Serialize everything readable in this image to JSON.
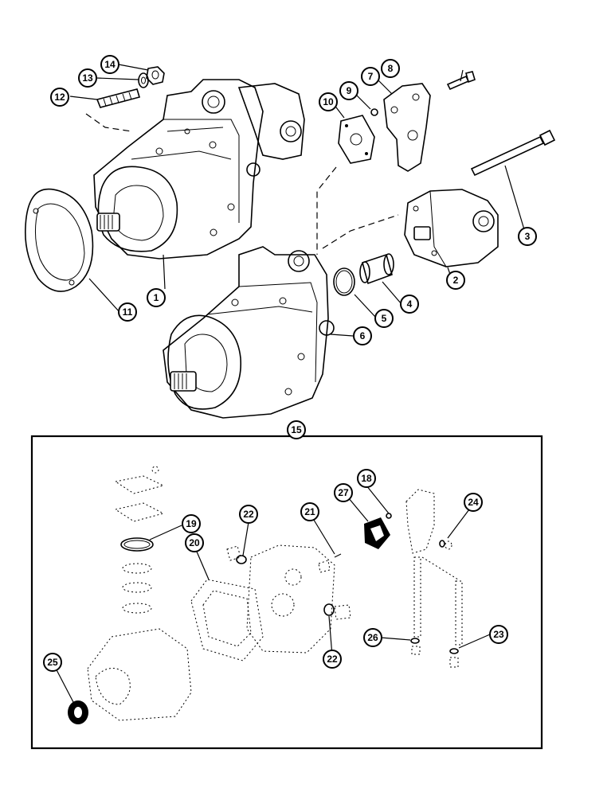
{
  "callouts": [
    {
      "id": "c1",
      "label": "1"
    },
    {
      "id": "c2",
      "label": "2"
    },
    {
      "id": "c3",
      "label": "3"
    },
    {
      "id": "c4",
      "label": "4"
    },
    {
      "id": "c5",
      "label": "5"
    },
    {
      "id": "c6",
      "label": "6"
    },
    {
      "id": "c7",
      "label": "7"
    },
    {
      "id": "c8",
      "label": "8"
    },
    {
      "id": "c9",
      "label": "9"
    },
    {
      "id": "c10",
      "label": "10"
    },
    {
      "id": "c11",
      "label": "11"
    },
    {
      "id": "c12",
      "label": "12"
    },
    {
      "id": "c13",
      "label": "13"
    },
    {
      "id": "c14",
      "label": "14"
    },
    {
      "id": "c15",
      "label": "15"
    },
    {
      "id": "c18",
      "label": "18"
    },
    {
      "id": "c19",
      "label": "19"
    },
    {
      "id": "c20",
      "label": "20"
    },
    {
      "id": "c21",
      "label": "21"
    },
    {
      "id": "c22a",
      "label": "22"
    },
    {
      "id": "c22b",
      "label": "22"
    },
    {
      "id": "c23",
      "label": "23"
    },
    {
      "id": "c24",
      "label": "24"
    },
    {
      "id": "c25",
      "label": "25"
    },
    {
      "id": "c26",
      "label": "26"
    },
    {
      "id": "c27",
      "label": "27"
    }
  ]
}
